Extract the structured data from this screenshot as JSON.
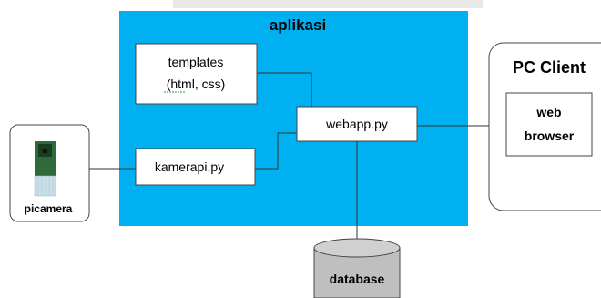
{
  "diagram": {
    "app_region": {
      "label": "aplikasi",
      "color": "#00b0f0"
    },
    "nodes": {
      "templates": {
        "line1": "templates",
        "line2": "(html, css)"
      },
      "kamerapi": {
        "label": "kamerapi.py"
      },
      "webapp": {
        "label": "webapp.py"
      },
      "picamera": {
        "label": "picamera"
      },
      "pc_client": {
        "title": "PC Client"
      },
      "web_browser": {
        "line1": "web",
        "line2": "browser"
      },
      "database": {
        "label": "database"
      }
    },
    "edges": [
      {
        "from": "templates",
        "to": "webapp"
      },
      {
        "from": "kamerapi",
        "to": "webapp"
      },
      {
        "from": "picamera",
        "to": "kamerapi"
      },
      {
        "from": "webapp",
        "to": "web_browser"
      },
      {
        "from": "webapp",
        "to": "database"
      }
    ]
  }
}
